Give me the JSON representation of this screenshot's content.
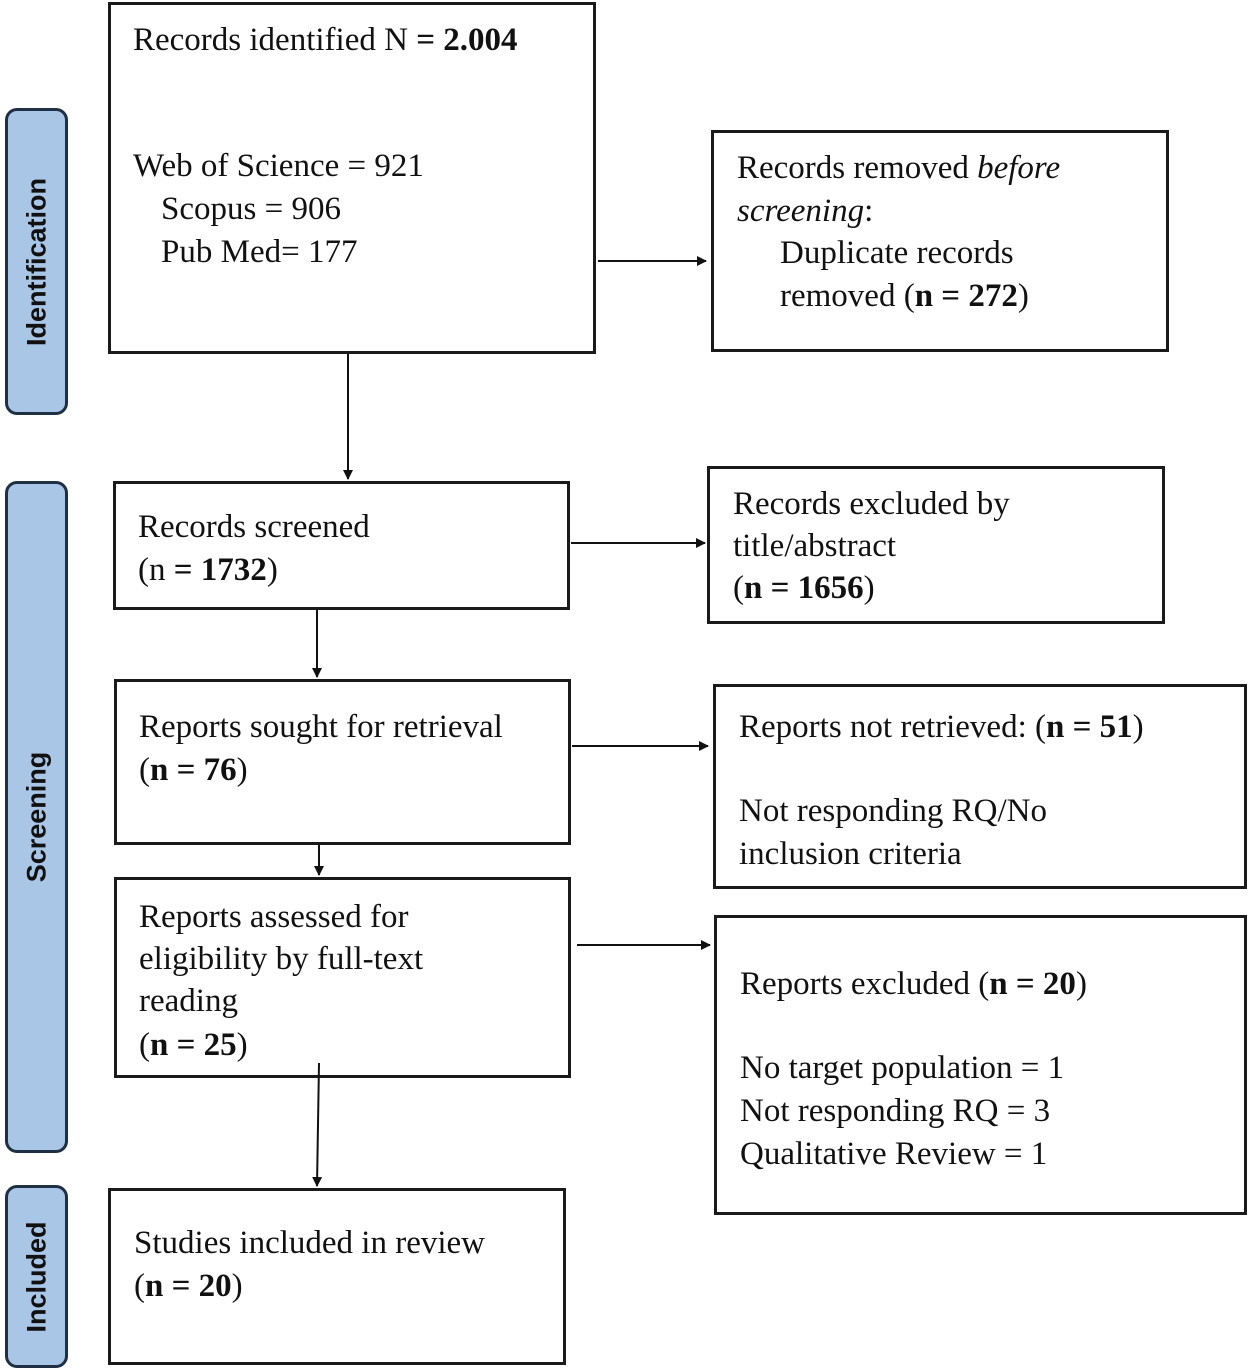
{
  "stages": {
    "identification": "Identification",
    "screening": "Screening",
    "included": "Included"
  },
  "stage_color": "#a9c6e6",
  "boxes": {
    "identified": {
      "title_prefix": "Records identified N ",
      "title_count": "= 2.004",
      "wos": "Web of Science = 921",
      "scopus": "Scopus = 906",
      "pubmed": "Pub Med= 177"
    },
    "removed": {
      "line1_prefix": "Records removed ",
      "line1_italic": "before",
      "line2_italic": "screening",
      "line2_suffix": ":",
      "line3": "Duplicate records",
      "line4_prefix": "removed (",
      "line4_count": "n = 272",
      "line4_suffix": ")"
    },
    "screened": {
      "line1": "Records screened",
      "line2_prefix": "(n ",
      "line2_count": "= 1732",
      "line2_suffix": ")"
    },
    "excluded_title": {
      "line1": "Records excluded by",
      "line2": "title/abstract",
      "line3_prefix": "(",
      "line3_count": "n = 1656",
      "line3_suffix": ")"
    },
    "sought": {
      "line1": "Reports sought for retrieval",
      "line2_prefix": "(",
      "line2_count": "n = 76",
      "line2_suffix": ")"
    },
    "not_retrieved": {
      "line1_prefix": "Reports not retrieved: (",
      "line1_count": "n = 51",
      "line1_suffix": ")",
      "line2": "Not responding RQ/No",
      "line3": "inclusion criteria"
    },
    "assessed": {
      "line1": "Reports assessed for",
      "line2": "eligibility by full-text",
      "line3": "reading",
      "line4_prefix": "(",
      "line4_count": "n = 25",
      "line4_suffix": ")"
    },
    "excluded_reports": {
      "line1_prefix": "Reports excluded (",
      "line1_count": "n = 20",
      "line1_suffix": ")",
      "reason1": "No target population = 1",
      "reason2": "Not responding RQ = 3",
      "reason3": "Qualitative Review = 1"
    },
    "included": {
      "line1": "Studies included in review",
      "line2_prefix": "(",
      "line2_count": "n = 20",
      "line2_suffix": ")"
    }
  }
}
